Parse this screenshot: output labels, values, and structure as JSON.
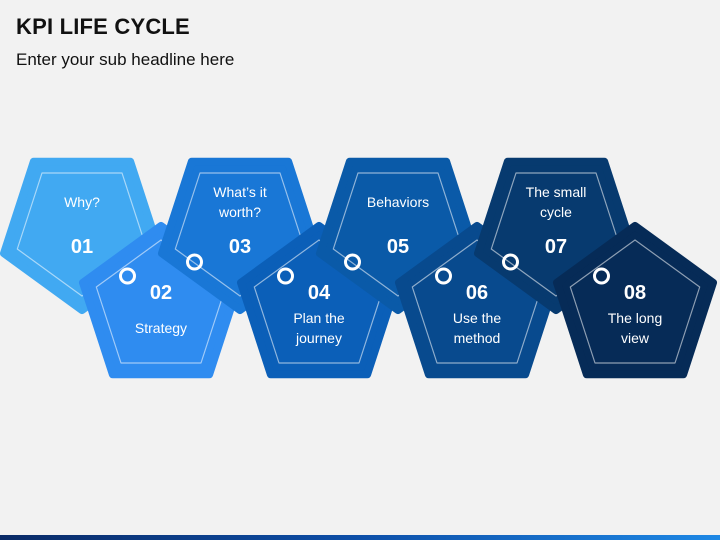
{
  "header": {
    "title": "KPI LIFE CYCLE",
    "subtitle": "Enter your sub headline here"
  },
  "steps": [
    {
      "number": "01",
      "lines": [
        "Why?"
      ],
      "color": "#41a9f2"
    },
    {
      "number": "02",
      "lines": [
        "Strategy"
      ],
      "color": "#2f8cf0"
    },
    {
      "number": "03",
      "lines": [
        "What’s it",
        "worth?"
      ],
      "color": "#1977d6"
    },
    {
      "number": "04",
      "lines": [
        "Plan the",
        "journey"
      ],
      "color": "#0b5fb8"
    },
    {
      "number": "05",
      "lines": [
        "Behaviors"
      ],
      "color": "#0a5aa8"
    },
    {
      "number": "06",
      "lines": [
        "Use the",
        "method"
      ],
      "color": "#084a8e"
    },
    {
      "number": "07",
      "lines": [
        "The small",
        "cycle"
      ],
      "color": "#073a6f"
    },
    {
      "number": "08",
      "lines": [
        "The long",
        "view"
      ],
      "color": "#062b57"
    }
  ]
}
